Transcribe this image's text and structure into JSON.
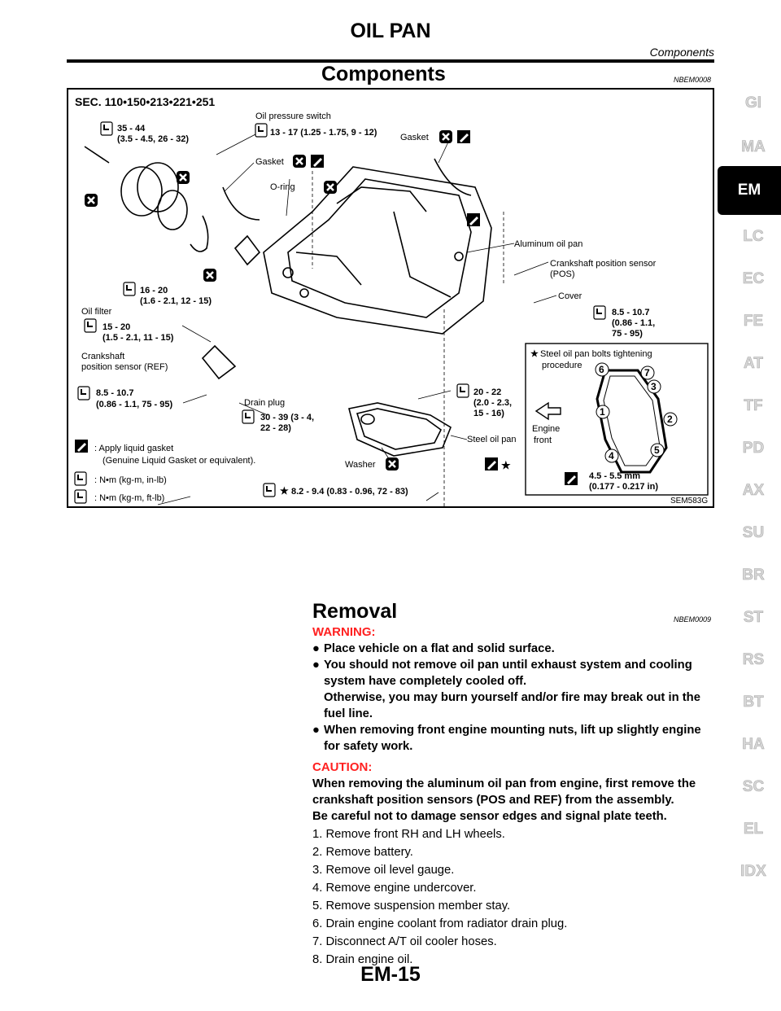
{
  "header": {
    "title": "OIL PAN",
    "subtitle": "Components"
  },
  "section_components": {
    "title": "Components",
    "code": "NBEM0008"
  },
  "figure": {
    "sec": "SEC. 110•150•213•221•251",
    "id": "SEM583G",
    "labels": {
      "t35_44": "35 - 44",
      "t35_44b": "(3.5 - 4.5, 26 - 32)",
      "oil_pressure_switch": "Oil pressure switch",
      "t13_17": "13 - 17 (1.25 - 1.75, 9 - 12)",
      "gasket_top": "Gasket",
      "gasket_mid": "Gasket",
      "oring": "O-ring",
      "aluminum_oil_pan": "Aluminum oil pan",
      "crank_pos_1": "Crankshaft position sensor",
      "crank_pos_2": "(POS)",
      "cover": "Cover",
      "t85_107_r1": "8.5 - 10.7",
      "t85_107_r2": "(0.86 - 1.1,",
      "t85_107_r3": "75 - 95)",
      "t16_20": "16 - 20",
      "t16_20b": "(1.6 - 2.1, 12 - 15)",
      "oil_filter": "Oil filter",
      "t15_20": "15 - 20",
      "t15_20b": "(1.5 - 2.1, 11 - 15)",
      "crank_ref_1": "Crankshaft",
      "crank_ref_2": "position sensor (REF)",
      "t85_107_l1": "8.5 - 10.7",
      "t85_107_l2": "(0.86 - 1.1, 75 - 95)",
      "drain_plug": "Drain plug",
      "t30_39": "30 - 39 (3 - 4,",
      "t30_39b": "22 - 28)",
      "t20_22": "20 - 22",
      "t20_22b": "(2.0 - 2.3,",
      "t20_22c": "15 - 16)",
      "steel_oil_pan": "Steel oil pan",
      "washer": "Washer",
      "t82_94": "8.2 - 9.4 (0.83 - 0.96, 72 - 83)",
      "legend_gasket_1": ": Apply liquid gasket",
      "legend_gasket_2": "(Genuine Liquid Gasket or equivalent).",
      "legend_inlb": ": N•m (kg-m, in-lb)",
      "legend_ftlb": ": N•m (kg-m, ft-lb)",
      "procedure_1": "Steel oil pan bolts tightening",
      "procedure_2": "procedure",
      "engine_front_1": "Engine",
      "engine_front_2": "front",
      "bead_1": "4.5 - 5.5 mm",
      "bead_2": "(0.177 - 0.217 in)",
      "n1": "1",
      "n2": "2",
      "n3": "3",
      "n4": "4",
      "n5": "5",
      "n6": "6",
      "n7": "7"
    }
  },
  "section_removal": {
    "title": "Removal",
    "code": "NBEM0009",
    "warning_label": "WARNING:",
    "bullets": [
      "Place vehicle on a flat and solid surface.",
      "You should not remove oil pan until exhaust system and cooling system have completely cooled off.",
      "Otherwise, you may burn yourself and/or fire may break out in the fuel line.",
      "When removing front engine mounting nuts, lift up slightly engine for safety work."
    ],
    "caution_label": "CAUTION:",
    "caution_1": "When removing the aluminum oil pan from engine, first remove the crankshaft position sensors (POS and REF) from the assembly.",
    "caution_2": "Be careful not to damage sensor edges and signal plate teeth.",
    "steps": [
      "1. Remove front RH and LH wheels.",
      "2. Remove battery.",
      "3. Remove oil level gauge.",
      "4. Remove engine undercover.",
      "5. Remove suspension member stay.",
      "6. Drain engine coolant from radiator drain plug.",
      "7. Disconnect A/T oil cooler hoses.",
      "8. Drain engine oil."
    ]
  },
  "sidebar": {
    "tabs": [
      "GI",
      "MA",
      "EM",
      "LC",
      "EC",
      "FE",
      "AT",
      "TF",
      "PD",
      "AX",
      "SU",
      "BR",
      "ST",
      "RS",
      "BT",
      "HA",
      "SC",
      "EL",
      "IDX"
    ],
    "active": "EM"
  },
  "footer": {
    "page": "EM-15"
  }
}
